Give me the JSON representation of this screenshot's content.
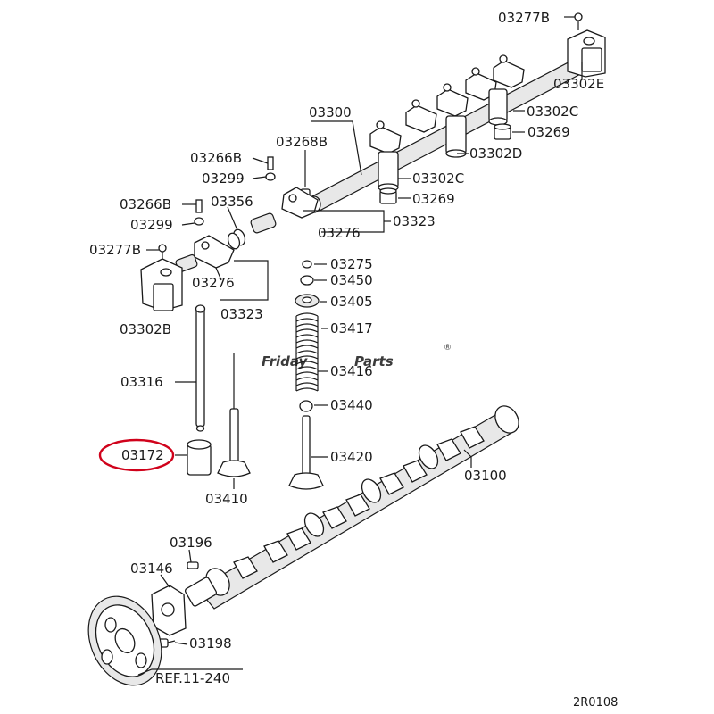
{
  "labels": {
    "p03277b_top": "03277B",
    "p03302e": "03302E",
    "p03300": "03300",
    "p03302c_a": "03302C",
    "p03269_a": "03269",
    "p03268b": "03268B",
    "p03302d": "03302D",
    "p03266b_a": "03266B",
    "p03299_a": "03299",
    "p03302c_b": "03302C",
    "p03269_b": "03269",
    "p03266b_b": "03266B",
    "p03356": "03356",
    "p03323_a": "03323",
    "p03299_b": "03299",
    "p03276_a": "03276",
    "p03277b_left": "03277B",
    "p03275": "03275",
    "p03450": "03450",
    "p03276_b": "03276",
    "p03405": "03405",
    "p03323_b": "03323",
    "p03302b": "03302B",
    "p03417": "03417",
    "p03416": "03416",
    "p03316": "03316",
    "p03440": "03440",
    "p03172": "03172",
    "p03420": "03420",
    "p03100": "03100",
    "p03410": "03410",
    "p03196": "03196",
    "p03146": "03146",
    "p03198": "03198",
    "ref": "REF.11-240",
    "code": "2R0108"
  },
  "watermark": {
    "part1": "Friday",
    "part2": "Parts",
    "mark": "®"
  },
  "colors": {
    "highlight": "#d0021b",
    "watermark_blue": "#3a6fc4",
    "watermark_gray": "#9aa7b8",
    "ink": "#1a1a1a"
  }
}
